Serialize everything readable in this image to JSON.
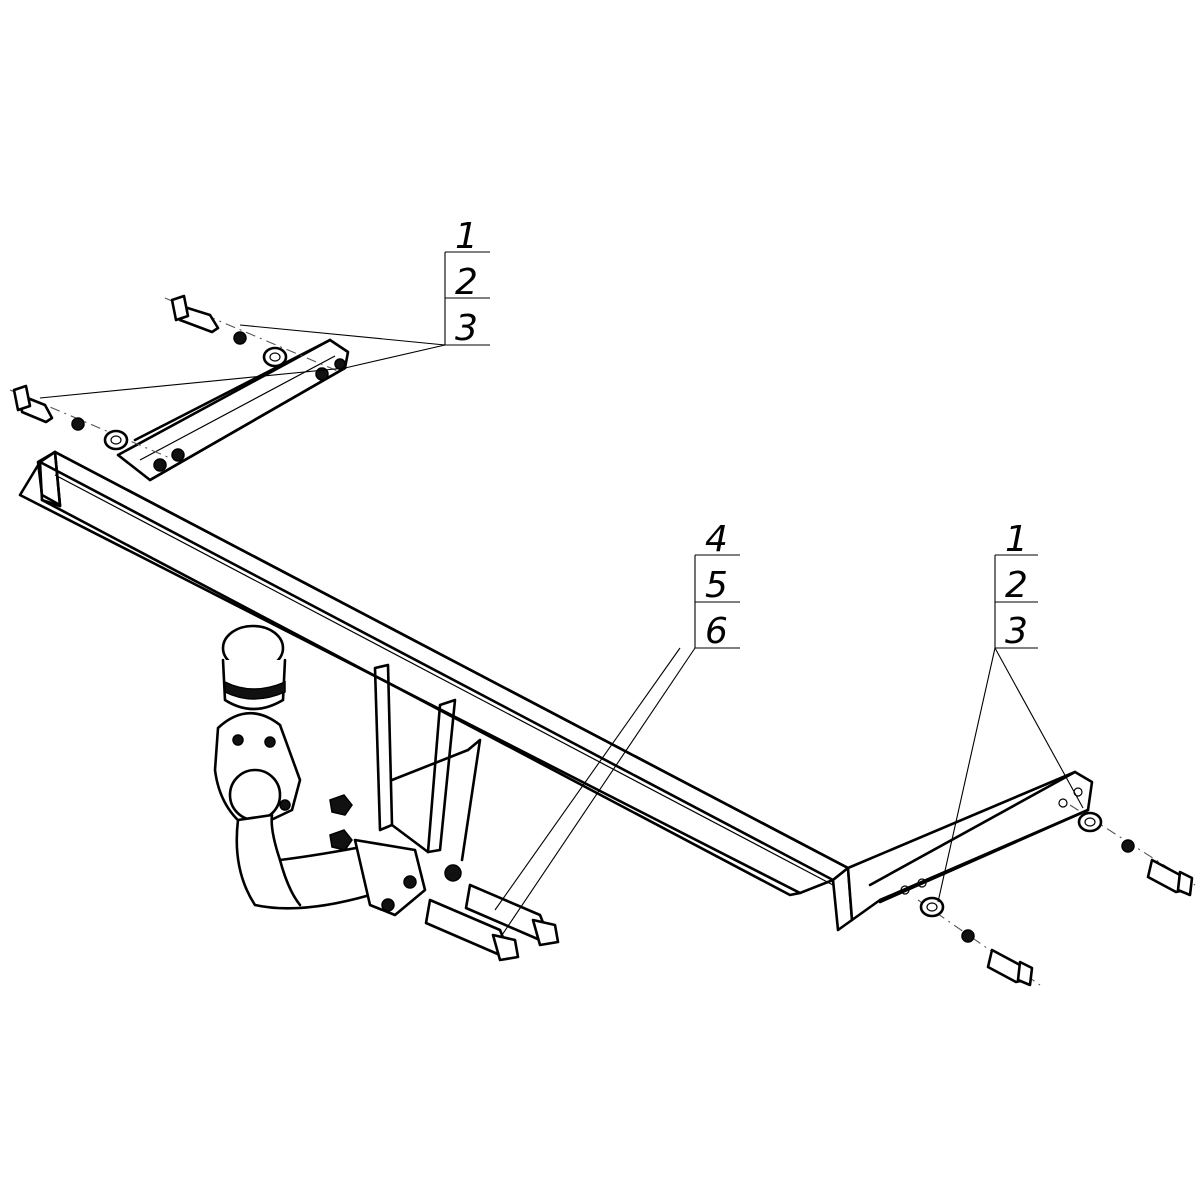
{
  "callouts": [
    {
      "id": "callout-top-left",
      "labels": [
        "1",
        "2",
        "3"
      ]
    },
    {
      "id": "callout-middle",
      "labels": [
        "4",
        "5",
        "6"
      ]
    },
    {
      "id": "callout-right",
      "labels": [
        "1",
        "2",
        "3"
      ]
    }
  ]
}
